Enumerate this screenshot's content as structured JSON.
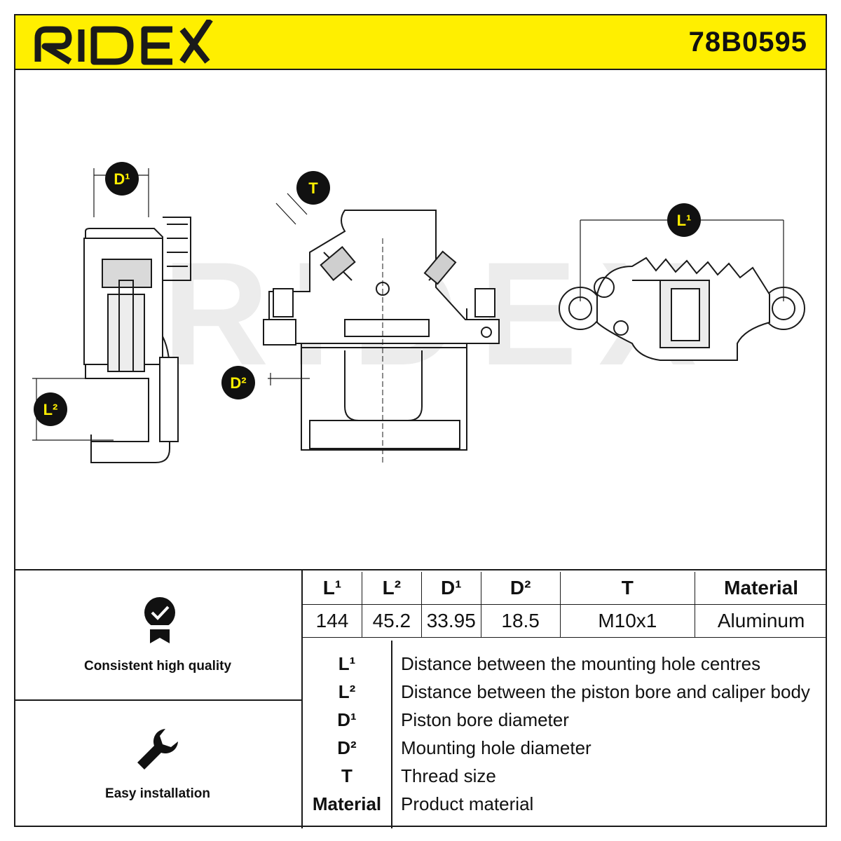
{
  "header": {
    "brand": "RIDEX",
    "part_number": "78B0595"
  },
  "drawing": {
    "labels": {
      "d1": "D¹",
      "t": "T",
      "l1": "L¹",
      "d2": "D²",
      "l2": "L²"
    },
    "watermark": "RIDEX",
    "accent_color": "#ffef00"
  },
  "features": [
    {
      "label": "Consistent high quality",
      "icon": "quality-badge-icon"
    },
    {
      "label": "Easy installation",
      "icon": "wrench-icon"
    }
  ],
  "spec_table": {
    "headers": [
      "L¹",
      "L²",
      "D¹",
      "D²",
      "T",
      "Material"
    ],
    "values": [
      "144",
      "45.2",
      "33.95",
      "18.5",
      "M10x1",
      "Aluminum"
    ]
  },
  "legend": [
    {
      "key": "L¹",
      "desc": "Distance between the mounting hole centres"
    },
    {
      "key": "L²",
      "desc": "Distance between the piston bore and caliper body"
    },
    {
      "key": "D¹",
      "desc": "Piston bore diameter"
    },
    {
      "key": "D²",
      "desc": "Mounting hole diameter"
    },
    {
      "key": "T",
      "desc": "Thread size"
    },
    {
      "key": "Material",
      "desc": "Product material"
    }
  ]
}
